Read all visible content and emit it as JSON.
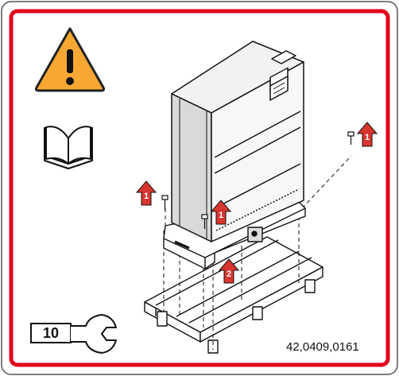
{
  "document": {
    "part_number": "42,0409,0161",
    "tool_size": "10",
    "step_labels": [
      "1",
      "1",
      "1",
      "2"
    ]
  },
  "colors": {
    "border_red": "#e2001a",
    "warning_yellow": "#f7a833",
    "arrow_red": "#d9352f",
    "line": "#111111"
  },
  "icons": {
    "warning": "warning-triangle-icon",
    "manual": "open-manual-book-icon",
    "wrench": "wrench-icon"
  }
}
